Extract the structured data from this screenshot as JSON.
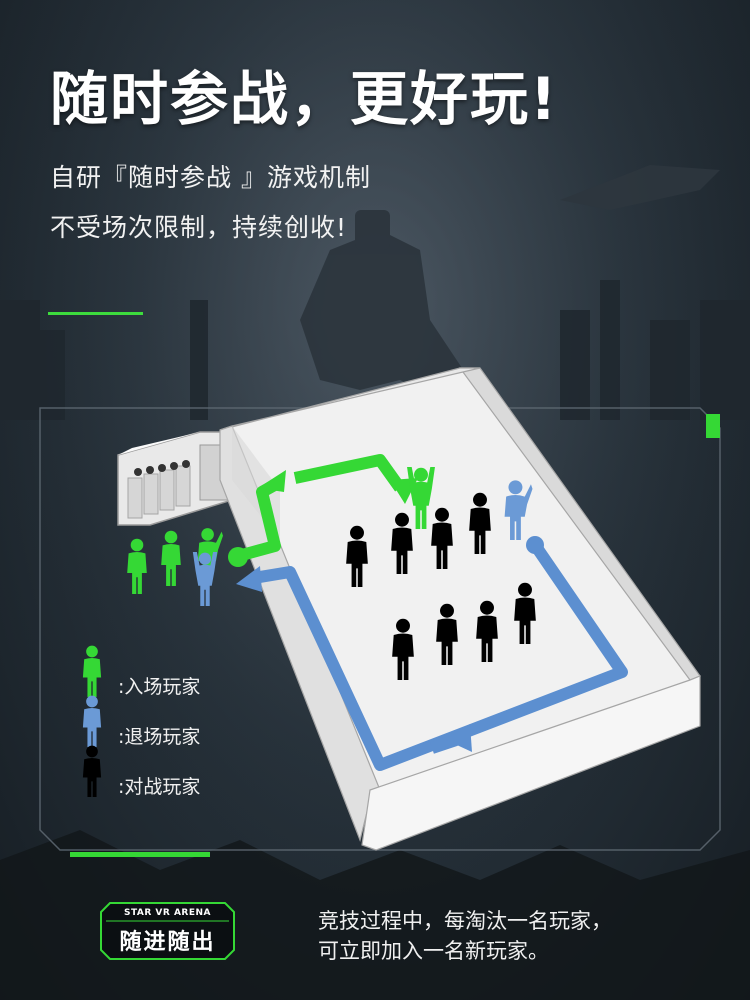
{
  "headline": "随时参战，更好玩!",
  "subtitle_line1": "自研『随时参战 』游戏机制",
  "subtitle_line2": "不受场次限制，持续创收!",
  "legend": [
    {
      "label": ":入场玩家",
      "color": "#35d835"
    },
    {
      "label": ":退场玩家",
      "color": "#6b9ad6"
    },
    {
      "label": ":对战玩家",
      "color": "#000000"
    }
  ],
  "badge": {
    "brand": "STAR VR ARENA",
    "text": "随进随出"
  },
  "description_line1": "竞技过程中，每淘汰一名玩家，",
  "description_line2": "可立即加入一名新玩家。",
  "colors": {
    "accent_green": "#3ddc3d",
    "exit_blue": "#5c8fd0",
    "combat_black": "#000000",
    "arena_floor": "#f1f1f1"
  }
}
